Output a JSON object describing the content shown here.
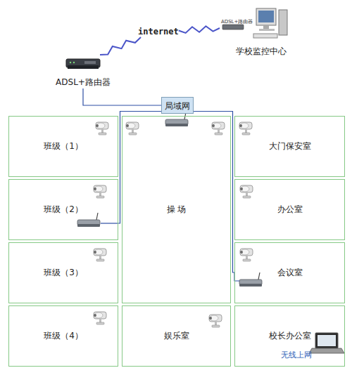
{
  "diagram": {
    "nodes": [
      {
        "text": [
          "internet"
        ]
      },
      {
        "text": [
          "学校监控中心"
        ]
      },
      {
        "text": [
          "ADSL+路由器"
        ]
      },
      {
        "text": [
          "局域网"
        ]
      },
      {
        "text": [
          "班级（1）"
        ]
      },
      {
        "text": [
          "操  场"
        ]
      },
      {
        "text": [
          "大门保安室"
        ]
      },
      {
        "text": [
          "班级（2）"
        ]
      },
      {
        "text": [
          "办公室"
        ]
      },
      {
        "text": [
          "班级（3）"
        ]
      },
      {
        "text": [
          "会议室"
        ]
      },
      {
        "text": [
          "班级（4）"
        ]
      },
      {
        "text": [
          "娱乐室"
        ]
      },
      {
        "text": [
          "校长办公室",
          "无线上网"
        ]
      }
    ],
    "edges": [
      {
        "from": 2,
        "to": 0,
        "arrow": "none"
      },
      {
        "from": 0,
        "to": 1,
        "arrow": "none"
      },
      {
        "from": 2,
        "to": 3,
        "arrow": "none"
      },
      {
        "from": 3,
        "to": 7,
        "arrow": "none"
      },
      {
        "from": 3,
        "to": 10,
        "arrow": "none"
      }
    ],
    "labels": [
      "ADSL+路由器"
    ]
  }
}
